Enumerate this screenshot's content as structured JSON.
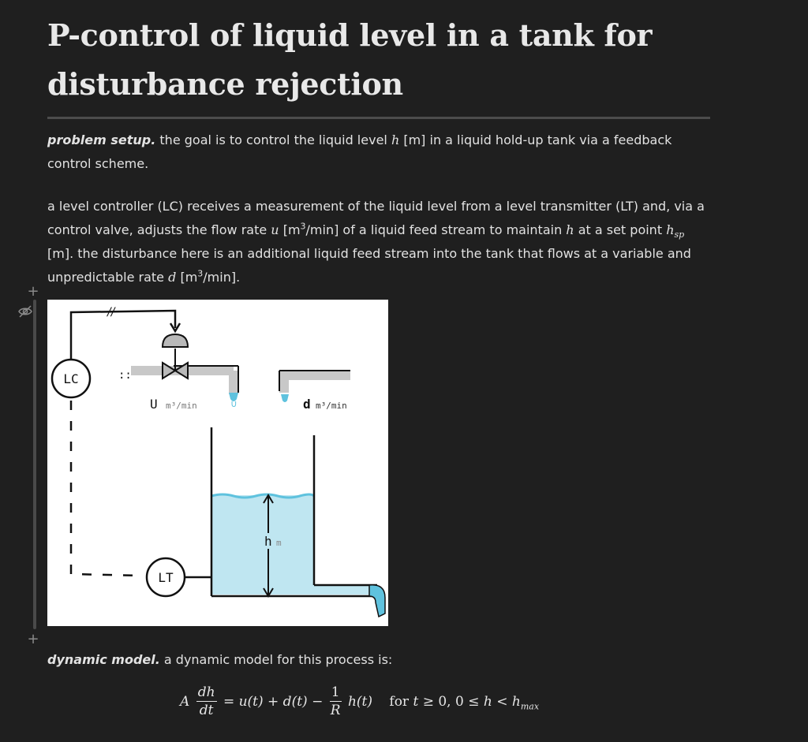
{
  "title": {
    "line1": "P-control of liquid level in a tank for",
    "line2": "disturbance rejection"
  },
  "problem_setup": {
    "lead": "problem setup.",
    "text_a": " the goal is to control the liquid level ",
    "var_h": "h",
    "text_b": " [m] in a liquid hold-up tank via a feedback control scheme."
  },
  "controller": {
    "text_a": "a level controller (LC) receives a measurement of the liquid level from a level transmitter (LT) and, via a control valve, adjusts the flow rate ",
    "var_u": "u",
    "unit_u_pre": " [m",
    "unit_exp": "3",
    "unit_u_post": "/min] of a liquid feed stream to maintain ",
    "var_h": "h",
    "text_b": " at a set point ",
    "var_hsp_base": "h",
    "var_hsp_sub": "sp",
    "text_c": " [m]. the disturbance here is an additional liquid feed stream into the tank that flows at a variable and unpredictable rate ",
    "var_d": "d",
    "unit_d_pre": " [m",
    "unit_d_post": "/min]."
  },
  "diagram": {
    "lc_label": "LC",
    "lt_label": "LT",
    "u_label": "U",
    "u_unit": "m³/min",
    "d_label": "d",
    "d_unit": "m³/min",
    "h_label": "h",
    "h_unit": "m",
    "colors": {
      "liquid": "#bfe6f1",
      "liquid_surface": "#5fc2de",
      "pipe": "#c8c8c8",
      "valve_body": "#b9b9b9",
      "ink": "#111111"
    }
  },
  "dynamic_model": {
    "lead": "dynamic model.",
    "text": " a dynamic model for this process is:"
  },
  "equation": {
    "A": "A",
    "num1": "dh",
    "den1": "dt",
    "middle": "= u(t) + d(t) −",
    "num2": "1",
    "den2": "R",
    "tail": "h(t)",
    "cond_for": "for ",
    "cond_t": "t",
    "cond_rest": " ≥ 0, 0 ≤ ",
    "cond_h": "h",
    "cond_lt": " < ",
    "cond_hmax": "h",
    "cond_max": "max"
  },
  "gutter": {
    "plus_top": "+",
    "plus_bottom": "+",
    "eye_icon": "eye-off-icon"
  }
}
